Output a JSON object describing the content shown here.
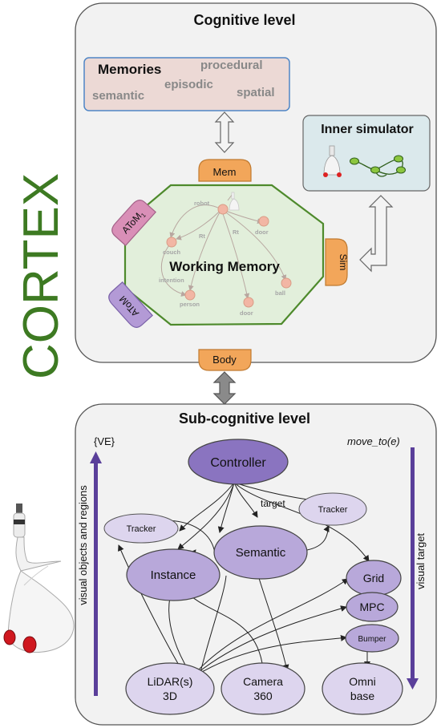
{
  "side_label": "CORTEX",
  "cognitive": {
    "title": "Cognitive level",
    "memories": {
      "title": "Memories",
      "items": [
        "procedural",
        "episodic",
        "semantic",
        "spatial"
      ]
    },
    "inner_simulator": {
      "title": "Inner simulator"
    },
    "ports": {
      "mem": "Mem",
      "sim": "Sim",
      "body": "Body",
      "atom1": "AToM",
      "atom1_sub": "1",
      "atom": "AToM"
    },
    "working_memory": {
      "title": "Working Memory",
      "nodes": [
        "robot",
        "door",
        "couch",
        "Rt",
        "Rt",
        "intention",
        "person",
        "door",
        "ball"
      ]
    }
  },
  "subcognitive": {
    "title": "Sub-cognitive level",
    "ve_label": "{VE}",
    "move_label": "move_to(e)",
    "left_arrow_label": "visual objects and regions",
    "right_arrow_label": "visual target",
    "target_label": "target",
    "nodes": {
      "controller": "Controller",
      "tracker_left": "Tracker",
      "tracker_right": "Tracker",
      "instance": "Instance",
      "semantic": "Semantic",
      "grid": "Grid",
      "mpc": "MPC",
      "bumper": "Bumper",
      "lidar_1": "LiDAR(s)",
      "lidar_2": "3D",
      "camera_1": "Camera",
      "camera_2": "360",
      "omni_1": "Omni",
      "omni_2": "base"
    }
  },
  "colors": {
    "cortex_green": "#3d7a22",
    "panel_bg": "#f2f2f2",
    "memories_bg": "#ecd9d5",
    "memories_border": "#4f86c6",
    "simulator_bg": "#dbe9ec",
    "wm_fill": "#e2efdb",
    "wm_border": "#4e8a2c",
    "port_orange": "#f2a65a",
    "atom1_pink": "#d98fb7",
    "atom_purple": "#b39ad6",
    "controller_fill": "#8a74c0",
    "node_fill": "#b8a8da",
    "light_node_fill": "#ddd5ee",
    "arrow_purple": "#5a3f9a"
  }
}
